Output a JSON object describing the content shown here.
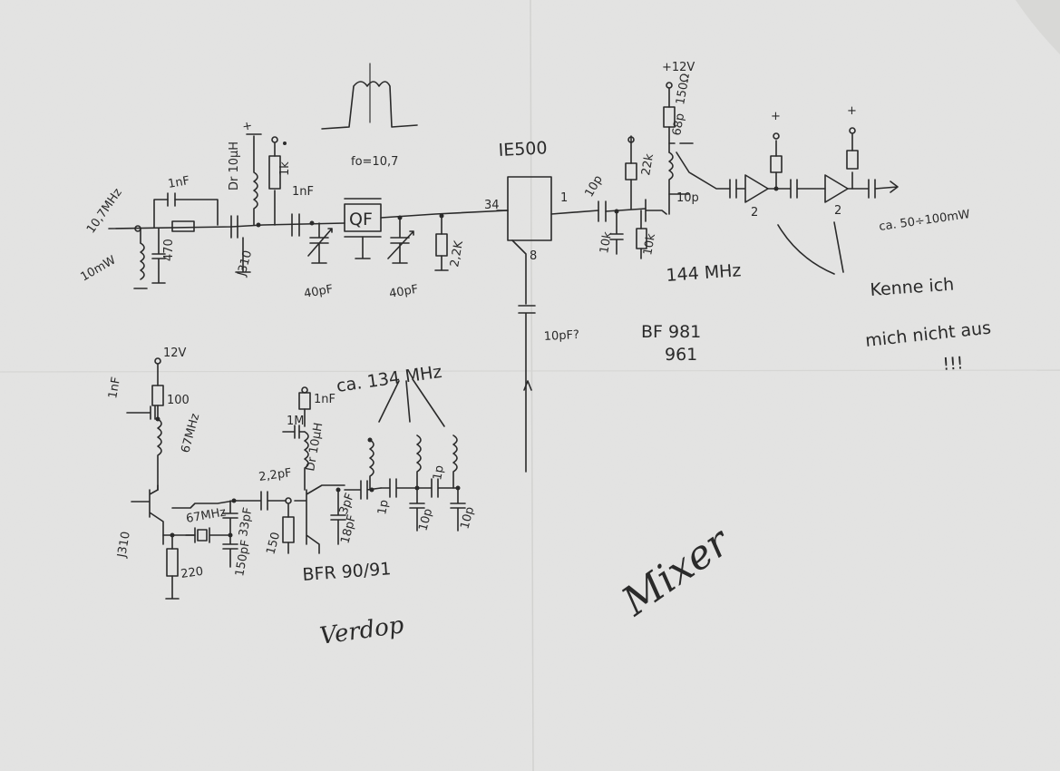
{
  "sheet": {
    "mixer_title": "Mixer",
    "preamp_title": "Verdop",
    "note": [
      "Kenne ich",
      "mich nicht aus",
      "!!!"
    ],
    "freq_144": "144 MHz",
    "bf_label": "BF 981",
    "bf_label2": "961",
    "mixer_chip": "IE500",
    "pin_34": "34",
    "pin_1": "1",
    "pin_8": "8",
    "cap_10pf_q": "10pF?",
    "output_power": "ca. 50÷100mW",
    "input_freq": "10,7MHz",
    "input_power": "10mW",
    "filter_label": "QF",
    "filter_center": "fo=10,7",
    "r_470": "470",
    "c_1nf_top": "1nF",
    "l_dr": "Dr 10µH",
    "r_1k": "1k",
    "c_1nf_2": "1nF",
    "q_j310_top": "J310",
    "c_40pf_1": "40pF",
    "c_40pf_2": "40pF",
    "r_22k": "2,2K",
    "c_10p_a": "10p",
    "c_10p_b": "10p",
    "c_68p": "68p",
    "r_22k_b": "22k",
    "r_10k_a": "10k",
    "r_10k_b": "10k",
    "r_150": "150Ω",
    "v_12v_top": "+12V",
    "v_12v_bot": "12V",
    "c_1nf_left": "1nF",
    "r_100": "100",
    "l_67": "67MHz",
    "q_j310_bot": "J310",
    "r_220": "220",
    "xtal": "67MHz",
    "c_33pf": "33pF",
    "c_150pf": "150pF",
    "c_22pf": "2,2pF",
    "c_1nf_b": "1nF",
    "l_dr_b": "Dr 10µH",
    "c_3pf": "3pF",
    "c_18pf": "18pF",
    "c_1p_a": "1p",
    "c_1p_b": "1p",
    "c_10p_c": "10p",
    "c_10p_d": "10p",
    "q_bfr": "BFR 90/91",
    "freq_134": "ca. 134 MHz",
    "r_1m": "1M",
    "r_150b": "150"
  }
}
